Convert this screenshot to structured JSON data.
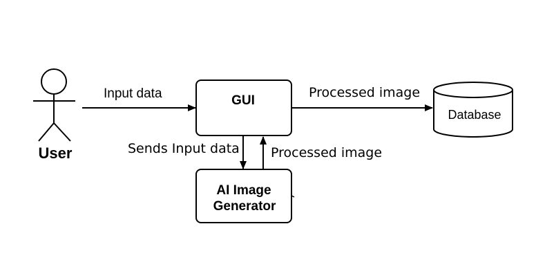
{
  "actor": {
    "label": "User"
  },
  "nodes": {
    "gui": {
      "label": "GUI"
    },
    "ai_generator": {
      "label_line1": "AI Image",
      "label_line2": "Generator"
    },
    "database": {
      "label": "Database"
    }
  },
  "edges": {
    "user_to_gui": {
      "label": "Input data"
    },
    "gui_to_database": {
      "label": "Processed image"
    },
    "gui_to_ai": {
      "label": "Sends Input data"
    },
    "ai_to_gui": {
      "label": "Processed image"
    }
  },
  "colors": {
    "stroke": "#000000",
    "background": "#ffffff"
  }
}
